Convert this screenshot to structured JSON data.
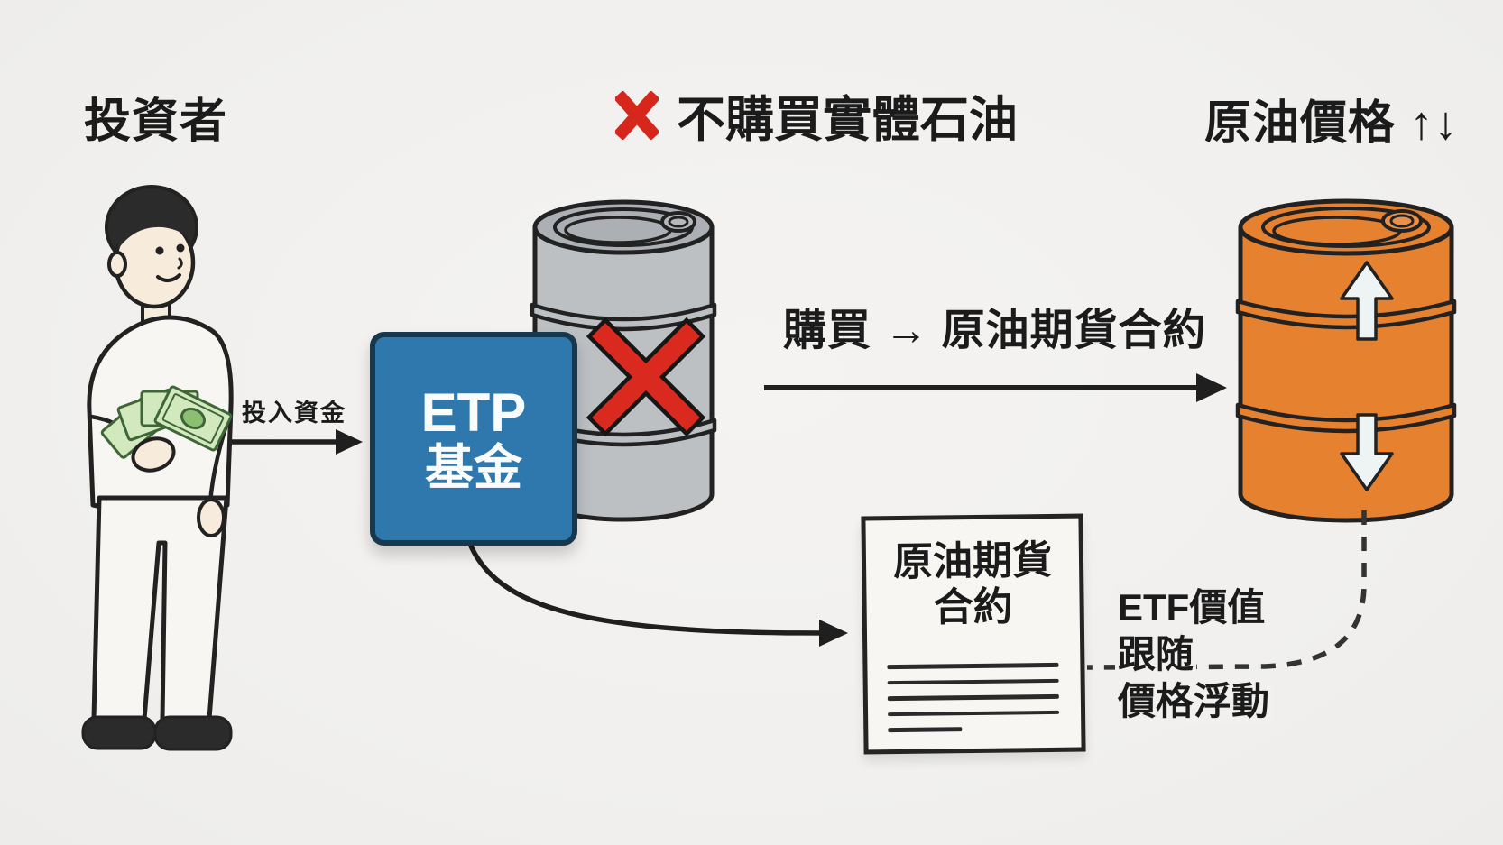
{
  "colors": {
    "background": "#f1f0ee",
    "text": "#1b1b1b",
    "accent_red": "#d7271d",
    "etp_blue": "#2e78ad",
    "barrel_gray": "#bcc0c3",
    "barrel_orange": "#e5812f",
    "money_green": "#d2e9bd",
    "price_arrow_white": "#eef3f3"
  },
  "icons": {
    "top_block": "red-x-icon",
    "barrel_block": "red-x-icon",
    "price_up": "up-arrow-icon",
    "price_down": "down-arrow-icon"
  },
  "diagram": {
    "investor_label": "投資者",
    "no_physical_oil_label": "不購買實體石油",
    "oil_price_label": "原油價格 ↑↓",
    "invest_funds_label": "投入資金",
    "buy_label": "購買 → 原油期貨合約",
    "etp_box": {
      "line1": "ETP",
      "line2": "基金"
    },
    "contract_doc": {
      "title_line1": "原油期貨",
      "title_line2": "合約"
    },
    "etf_note": {
      "line1": "ETF價值",
      "line2": "跟随",
      "line3": "價格浮動"
    }
  }
}
